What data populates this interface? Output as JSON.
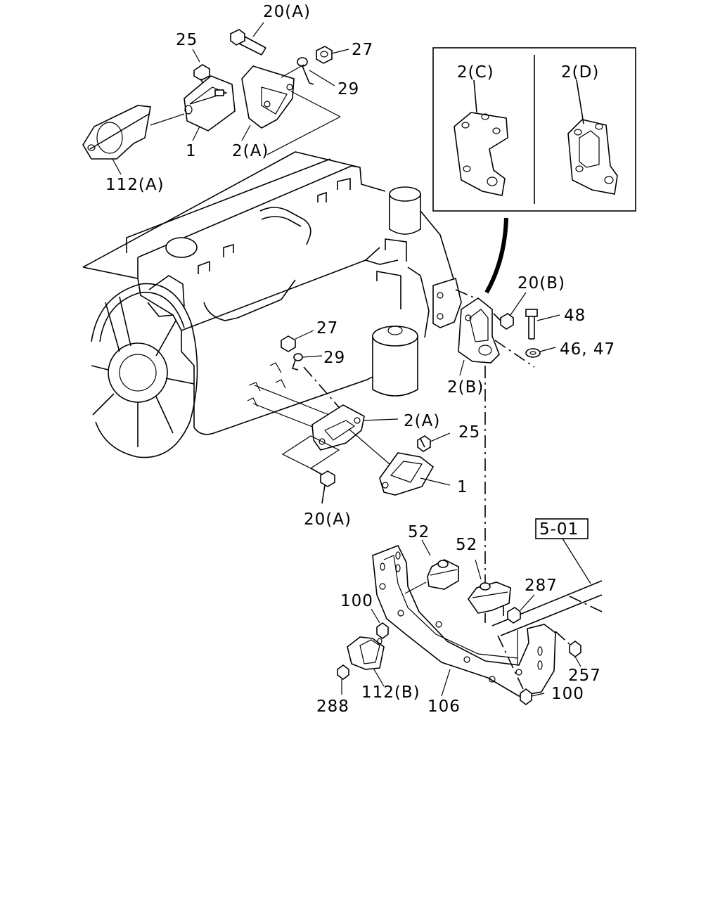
{
  "labels": {
    "l20a_top": "20(A)",
    "l25_top": "25",
    "l27_top": "27",
    "l29_top": "29",
    "l1_top": "1",
    "l2a_top": "2(A)",
    "l112a": "112(A)",
    "l2c": "2(C)",
    "l2d": "2(D)",
    "l20b": "20(B)",
    "l48": "48",
    "l4647": "46, 47",
    "l2b": "2(B)",
    "l27_mid": "27",
    "l29_mid": "29",
    "l2a_mid": "2(A)",
    "l25_mid": "25",
    "l1_mid": "1",
    "l20a_bot": "20(A)",
    "l501": "5-01",
    "l52_a": "52",
    "l52_b": "52",
    "l287": "287",
    "l100_a": "100",
    "l257": "257",
    "l100_b": "100",
    "l288": "288",
    "l112b": "112(B)",
    "l106": "106"
  }
}
